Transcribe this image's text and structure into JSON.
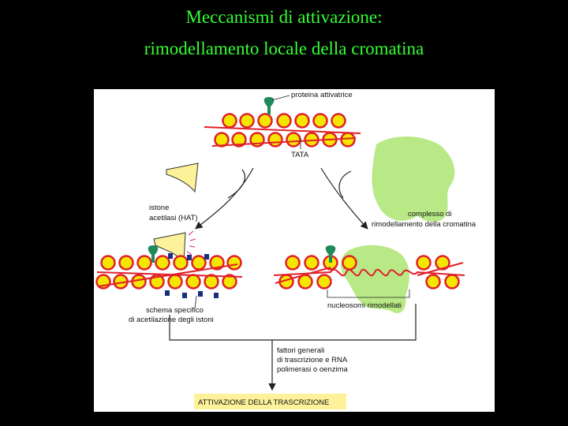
{
  "title_line1": "Meccanismi di attivazione:",
  "title_line2": "rimodellamento locale della cromatina",
  "labels": {
    "activator": "proteina attivatrice",
    "tata": "TATA",
    "hat_line1": "istone",
    "hat_line2": "acetilasi (HAT)",
    "remodel_line1": "complesso di",
    "remodel_line2": "rimodellamento della cromatina",
    "acetyl_line1": "schema specifico",
    "acetyl_line2": "di acetilazione degli istoni",
    "remodeled": "nucleosomi rimodellati",
    "factors_line1": "fattori generali",
    "factors_line2": "di trascrizione e RNA",
    "factors_line3": "polimerasi o oenzima",
    "activation": "ATTIVAZIONE DELLA TRASCRIZIONE"
  },
  "colors": {
    "title": "#33ff33",
    "nucleosome_fill": "#f5e600",
    "nucleosome_ring": "#e0202a",
    "dna": "#e0202a",
    "remodeler": "#b8e986",
    "hat": "#fdf29a",
    "activator": "#1e8a5a",
    "acetyl_mark": "#1a2f7a",
    "activation_box": "#fdf29a"
  }
}
